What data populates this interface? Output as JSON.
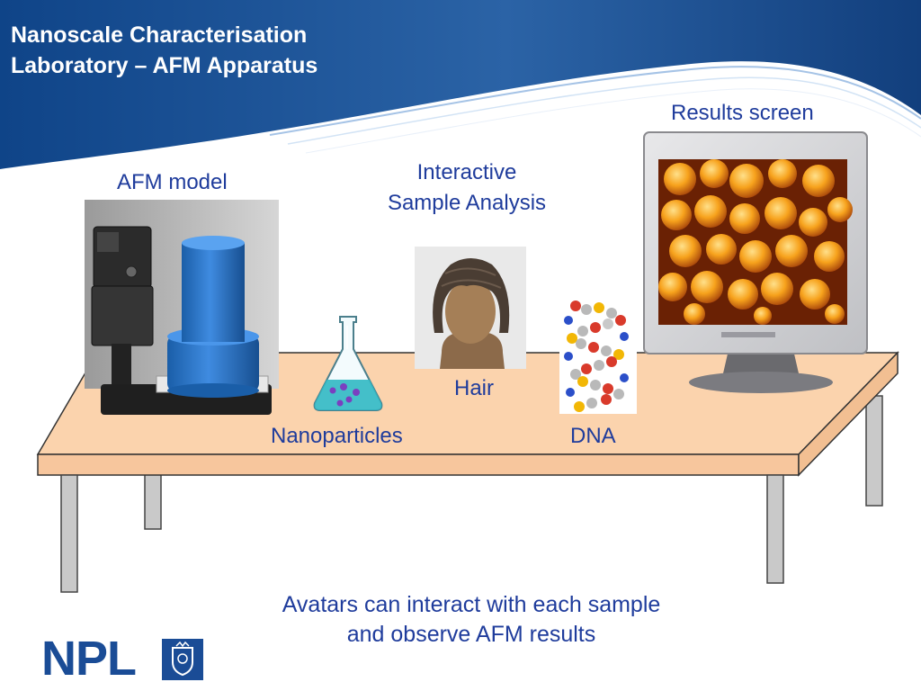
{
  "slide": {
    "title_line1": "Nanoscale Characterisation",
    "title_line2": "Laboratory – AFM Apparatus"
  },
  "labels": {
    "afm_model": "AFM model",
    "interactive_line1": "Interactive",
    "interactive_line2": "Sample Analysis",
    "results_screen": "Results screen",
    "hair": "Hair",
    "nanoparticles": "Nanoparticles",
    "dna": "DNA"
  },
  "caption": {
    "line1": "Avatars can interact with each sample",
    "line2": "and observe AFM results"
  },
  "logo": {
    "text": "NPL"
  },
  "colors": {
    "header_blue": "#1b4f93",
    "label_blue": "#1f3c9c",
    "table_top": "#fbd3ad",
    "table_leg": "#c9c9c9",
    "logo_blue": "#1a4c96"
  },
  "icons": [
    "afm-instrument-icon",
    "flask-icon",
    "mannequin-head-icon",
    "dna-model-icon",
    "monitor-icon",
    "npl-crest-icon"
  ]
}
